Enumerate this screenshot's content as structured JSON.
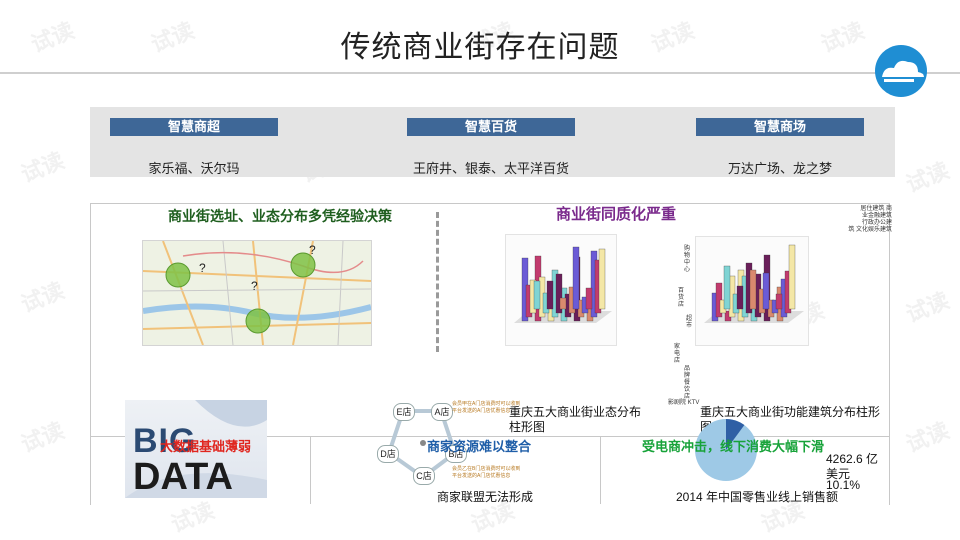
{
  "title": "传统商业街存在问题",
  "watermark": "试读",
  "band": [
    {
      "label": "智慧商超",
      "value": "家乐福、沃尔玛"
    },
    {
      "label": "智慧百货",
      "value": "王府井、银泰、太平洋百货"
    },
    {
      "label": "智慧商场",
      "value": "万达广场、龙之梦"
    }
  ],
  "section1": {
    "title": "商业街选址、业态分布多凭经验决策",
    "color": "#1e5e1e"
  },
  "section2": {
    "title": "商业街同质化严重",
    "color": "#7a2a8c"
  },
  "section3": {
    "title": "大数据基础薄弱",
    "color": "#e0261f"
  },
  "section4": {
    "title": "商家资源难以整合",
    "color": "#1f5ea8"
  },
  "section5": {
    "title": "受电商冲击，线下消费大幅下滑",
    "color": "#18a33a"
  },
  "map_marks": [
    "?",
    "?",
    "?"
  ],
  "chart1_caption": "重庆五大商业街业态分布柱形图",
  "chart2_caption": "重庆五大商业街功能建筑分布柱形图",
  "chart1_side_labels": [
    "购物中心",
    "百货店",
    "超市",
    "家电店",
    "品牌餐饮店"
  ],
  "chart1_small_bottom": "影剧院 KTV",
  "chart2_legend": [
    "居住建筑 商",
    "业金融建筑",
    "行政办公建",
    "筑 文化娱乐建筑"
  ],
  "big_data_text": [
    "BIG",
    "DATA"
  ],
  "network": {
    "stores": [
      "E店",
      "A店",
      "B店",
      "C店",
      "D店"
    ],
    "notes_top": [
      "会员甲在A门店消费时可以收到",
      "平台发送的A门店优惠信息"
    ],
    "notes_bottom": [
      "会员乙在B门店消费时可以收到",
      "平台发送的A门店优惠信息"
    ],
    "caption": "商家联盟无法形成"
  },
  "pie": {
    "value_label": "4262.6 亿美元",
    "percent_label": "10.1%",
    "share": 0.101,
    "caption": "2014 年中国零售业线上销售额"
  },
  "colors": {
    "band_head": "#3e6797",
    "band_bg": "#e4e4e4",
    "logo": "#1f8ed3",
    "pie": "#9ec9e6"
  }
}
